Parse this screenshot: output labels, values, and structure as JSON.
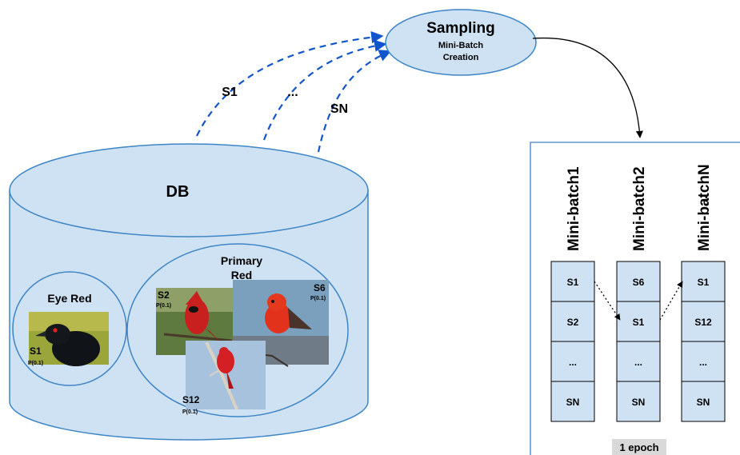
{
  "db": {
    "label": "DB"
  },
  "sampling": {
    "title": "Sampling",
    "subtitle_line1": "Mini-Batch",
    "subtitle_line2": "Creation"
  },
  "arrows": {
    "s1": "S1",
    "ellipsis": "...",
    "sn": "SN"
  },
  "clusters": {
    "eye_red": {
      "label": "Eye Red"
    },
    "primary_red": {
      "label_line1": "Primary",
      "label_line2": "Red"
    }
  },
  "samples": [
    {
      "id": "S1",
      "prob": "P(0.1)",
      "picture": "black-crow-red-eye"
    },
    {
      "id": "S2",
      "prob": "P(0.1)",
      "picture": "northern-cardinal"
    },
    {
      "id": "S6",
      "prob": "P(0.1)",
      "picture": "vermilion-flycatcher"
    },
    {
      "id": "S12",
      "prob": "P(0.1)",
      "picture": "scarlet-tanager-on-branch"
    }
  ],
  "minibatches": [
    {
      "label": "Mini-batch1",
      "cells": [
        "S1",
        "S2",
        "...",
        "SN"
      ]
    },
    {
      "label": "Mini-batch2",
      "cells": [
        "S6",
        "S1",
        "...",
        "SN"
      ]
    },
    {
      "label": "Mini-batchN",
      "cells": [
        "S1",
        "S12",
        "...",
        "SN"
      ]
    }
  ],
  "minibatch_ellipsis": "...",
  "epoch_label": "1 epoch",
  "colors": {
    "fill": "#cfe2f3",
    "stroke": "#3d85c6",
    "arrow": "#1155cc",
    "epoch_bg": "#d9d9d9"
  }
}
